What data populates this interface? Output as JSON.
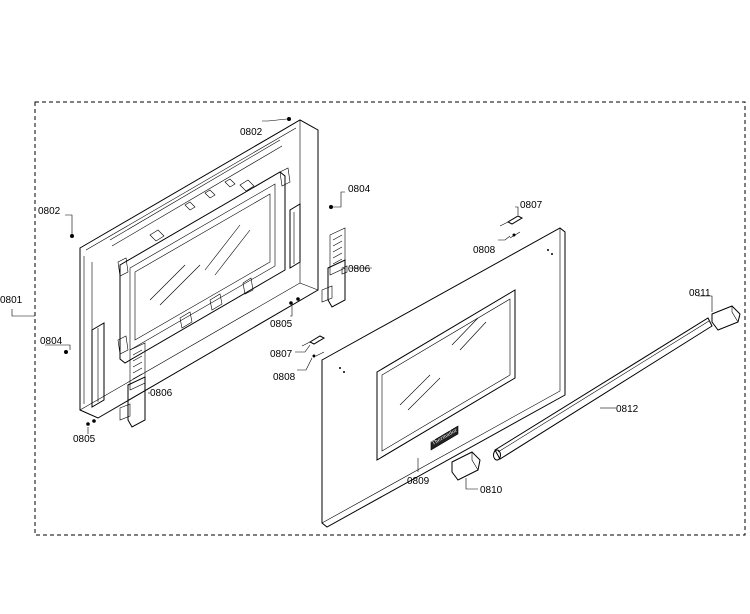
{
  "diagram": {
    "brand_badge": "Thermador",
    "labels": {
      "p0801": "0801",
      "p0802_top": "0802",
      "p0802_left": "0802",
      "p0804_right": "0804",
      "p0804_left": "0804",
      "p0805_center": "0805",
      "p0805_left": "0805",
      "p0806_right": "0806",
      "p0806_left": "0806",
      "p0807_top": "0807",
      "p0807_mid": "0807",
      "p0808_top": "0808",
      "p0808_mid": "0808",
      "p0809": "0809",
      "p0810": "0810",
      "p0811": "0811",
      "p0812": "0812"
    }
  }
}
